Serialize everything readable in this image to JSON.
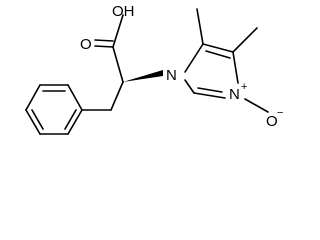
{
  "molecule": {
    "atoms": {
      "carboxyl_oh": "OH",
      "carbonyl_o": "O",
      "ring_n1": "N",
      "ring_n3": "N",
      "n3_charge": "+",
      "n_oxide_o": "O",
      "n_oxide_charge": "−"
    }
  },
  "colors": {
    "ink": "#000000",
    "background": "#ffffff"
  }
}
